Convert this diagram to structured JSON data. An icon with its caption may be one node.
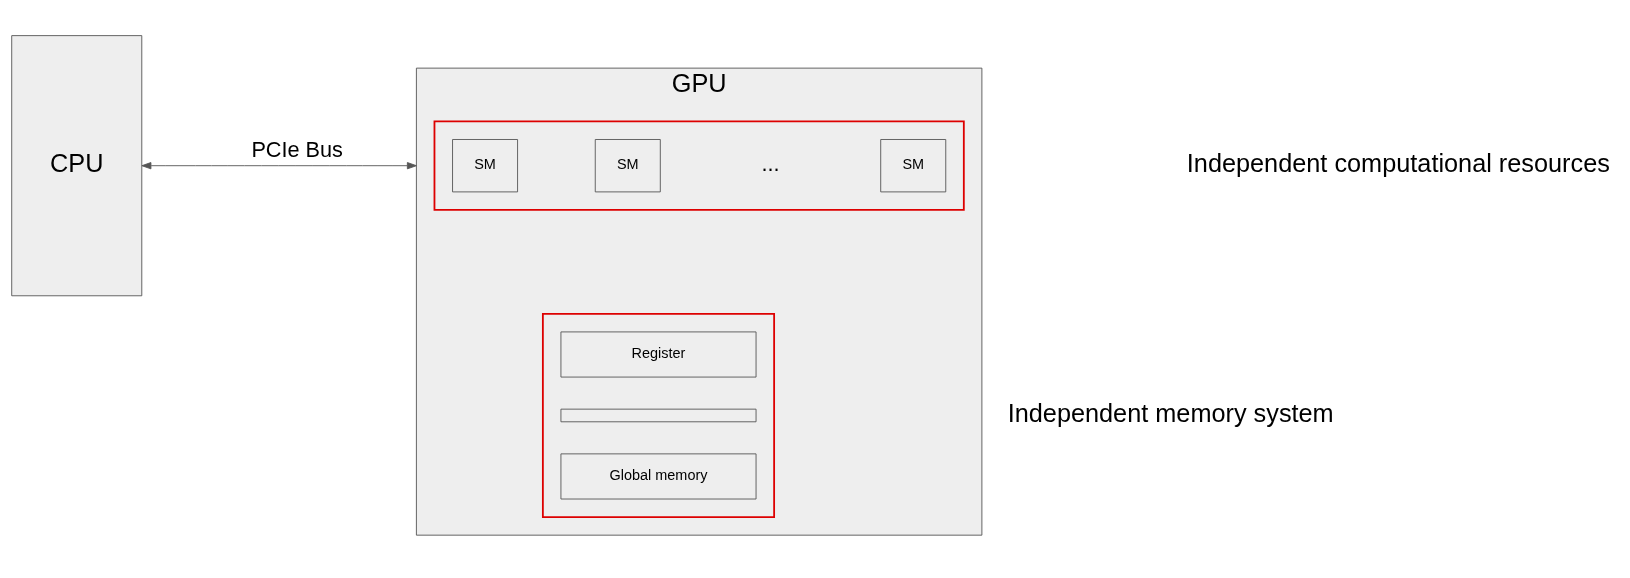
{
  "diagram": {
    "nodes": [
      {
        "text": [
          "CPU"
        ]
      },
      {
        "text": [
          "GPU"
        ]
      },
      {
        "text": [],
        "shape": "box",
        "in": 1
      },
      {
        "text": [
          "SM"
        ],
        "in": 2
      },
      {
        "text": [
          "SM"
        ],
        "in": 2
      },
      {
        "text": [
          "SM"
        ],
        "in": 2
      },
      {
        "text": [],
        "shape": "box",
        "in": 1
      },
      {
        "text": [
          "Register"
        ],
        "in": 6
      },
      {
        "text": [],
        "shape": "box",
        "in": 6
      },
      {
        "text": [
          "Global memory"
        ],
        "in": 6
      }
    ],
    "edges": [
      {
        "from": 0,
        "to": 1,
        "arrow": "both",
        "label": "PCIe Bus"
      }
    ],
    "labels": [
      "...",
      "Independent computational resources",
      "Independent memory system"
    ]
  }
}
